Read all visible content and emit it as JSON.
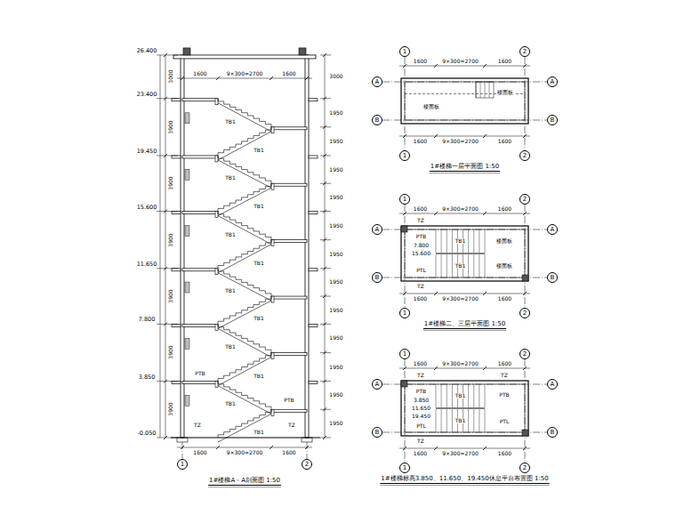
{
  "diagram": {
    "nodes": [
      {
        "text": [
          "1"
        ]
      },
      {
        "text": [
          "2"
        ]
      },
      {
        "text": [
          "1"
        ]
      },
      {
        "text": [
          "2"
        ]
      },
      {
        "text": [
          "A"
        ]
      },
      {
        "text": [
          "B"
        ]
      },
      {
        "text": [
          "A"
        ]
      },
      {
        "text": [
          "B"
        ]
      },
      {
        "text": [
          "1"
        ]
      },
      {
        "text": [
          "2"
        ]
      },
      {
        "text": [
          "1"
        ]
      },
      {
        "text": [
          "2"
        ]
      },
      {
        "text": [
          "A"
        ]
      },
      {
        "text": [
          "B"
        ]
      },
      {
        "text": [
          "A"
        ]
      },
      {
        "text": [
          "B"
        ]
      },
      {
        "text": [
          "1"
        ]
      },
      {
        "text": [
          "2"
        ]
      },
      {
        "text": [
          "1"
        ]
      },
      {
        "text": [
          "2"
        ]
      },
      {
        "text": [
          "A"
        ]
      },
      {
        "text": [
          "B"
        ]
      },
      {
        "text": [
          "A"
        ]
      },
      {
        "text": [
          "B"
        ]
      },
      {
        "text": [
          "1"
        ]
      },
      {
        "text": [
          "2"
        ]
      }
    ],
    "labels": [
      "-0.050",
      "3.850",
      "7.800",
      "11.650",
      "15.600",
      "19.450",
      "23.400",
      "26.400",
      "3900",
      "3900",
      "3900",
      "3900",
      "3900",
      "3900",
      "3000",
      "1950",
      "1950",
      "1950",
      "1950",
      "1950",
      "1950",
      "1950",
      "1950",
      "1950",
      "1950",
      "1950",
      "1950",
      "3000",
      "1600",
      "9×300=2700",
      "1600",
      "TB1",
      "TB1",
      "TB1",
      "TB1",
      "TB1",
      "TB1",
      "TB1",
      "TB1",
      "TB1",
      "TB1",
      "TB1",
      "TB1",
      "TZ",
      "TZ",
      "PTB",
      "PTB",
      "1600",
      "9×300=2700",
      "1600",
      "1#楼梯A－A剖面图 1:50",
      "1600",
      "9×300=2700",
      "1600",
      "楼面板",
      "楼面板",
      "1600",
      "9×300=2700",
      "1600",
      "1#楼梯一层平面图 1:50",
      "1600",
      "9×300=2700",
      "1600",
      "TZ",
      "PTB",
      "7.800",
      "15.600",
      "PTL",
      "TB1",
      "TB1",
      "楼面板",
      "楼面板",
      "TZ",
      "1600",
      "9×300=2700",
      "1600",
      "1#楼梯二、三层平面图 1:50",
      "1600",
      "9×300=2700",
      "1600",
      "TZ",
      "TZ",
      "PTB",
      "3.850",
      "11.650",
      "19.450",
      "PTL",
      "TB1",
      "TB1",
      "PTB",
      "PTL",
      "TZ",
      "1600",
      "9×300=2700",
      "1600",
      "1#楼梯标高3.850、11.650、19.450休息平台布置图 1:50"
    ]
  }
}
